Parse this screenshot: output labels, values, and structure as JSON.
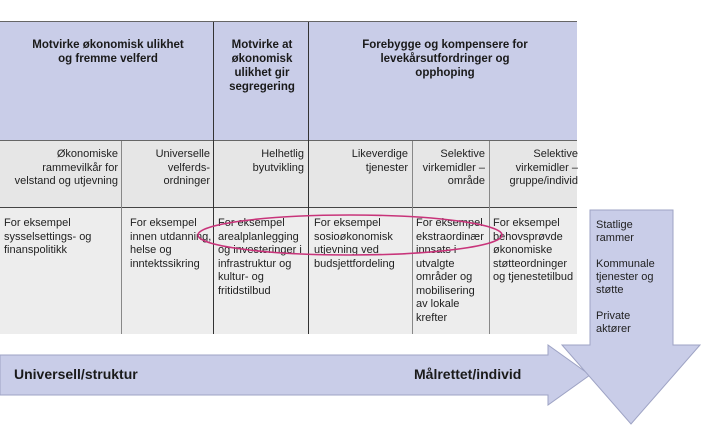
{
  "header": {
    "col1": "Motvirke økonomisk ulikhet og fremme velferd",
    "col2": "Motvirke at økonomisk ulikhet gir segregering",
    "col3": "Forebygge og kompensere for levekårsutfordringer og opphoping"
  },
  "subheaders": [
    "Økonomiske rammevilkår for velstand og utjevning",
    "Universelle velferds-ordninger",
    "Helhetlig byutvikling",
    "Likeverdige tjenester",
    "Selektive virkemidler – område",
    "Selektive virkemidler – gruppe/individ"
  ],
  "examples": [
    "For eksempel sysselsettings- og finanspolitikk",
    "For eksempel innen utdanning, helse og inntektssikring",
    "For eksempel arealplanlegging og investeringer i infrastruktur og kultur- og fritidstilbud",
    "For eksempel sosioøkonomisk utjevning ved budsjettfordeling",
    "For eksempel ekstraordinær innsats i utvalgte områder og mobilisering av lokale krefter",
    "For eksempel behovsprøvde økonomiske støtteordninger og tjenestetilbud"
  ],
  "side": {
    "item1": "Statlige rammer",
    "item2": "Kommunale tjenester og støtte",
    "item3": "Private aktører"
  },
  "arrow": {
    "left_label": "Universell/struktur",
    "right_label": "Målrettet/individ"
  },
  "colors": {
    "header_fill": "#c9cde8",
    "subheader_fill": "#e6e6e6",
    "content_fill": "#ededed",
    "arrow_fill": "#c9cde8",
    "ellipse_stroke": "#c8347a"
  }
}
